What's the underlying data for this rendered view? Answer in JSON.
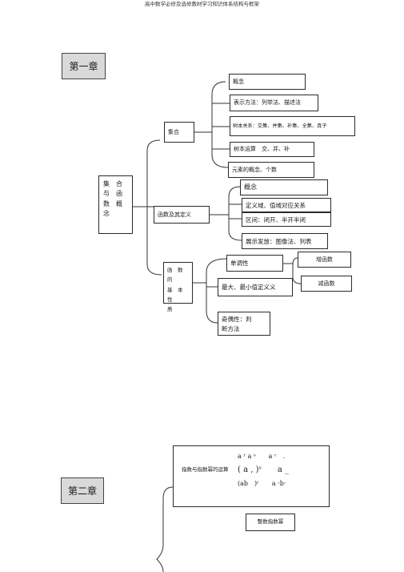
{
  "header": {
    "title": "高中数学必修及选修教材学习知识体系结构与框架"
  },
  "chapter1": {
    "label": "第一章",
    "root_lines": [
      "集　合",
      "与　函",
      "数　概",
      "念"
    ],
    "sets": {
      "label": "集合",
      "items": [
        "概念",
        "表示方法：列举法、描述法",
        "树本关系：交集、并集、补集、全集、真子",
        "树本运算　交、并、补",
        "元素的概念、个数"
      ]
    },
    "functions": {
      "label": "函数及其定义",
      "items": [
        "概念",
        "定义域、值域对应关系",
        "区间：闭开、半开半闭",
        "展示发放：图像法、列表"
      ]
    },
    "properties": {
      "label_lines": [
        "函　数　的",
        "基　本　性",
        "质"
      ],
      "monotonic": "单调性",
      "increasing": "增函数",
      "decreasing": "减函数",
      "extremum": "最大、最小值定义义",
      "parity_lines": [
        "奇偶性：判",
        "断方法"
      ]
    }
  },
  "chapter2": {
    "label": "第二章",
    "exp_box": {
      "label": "指数与指数幂的运算",
      "formula_lines": [
        "a ʳ a ˢ　　a ʳ　.",
        "( a , )ˢ　　a _",
        "(ab　)ʳ　　a ·b·"
      ]
    },
    "integer_exp": "整数指数幂"
  }
}
